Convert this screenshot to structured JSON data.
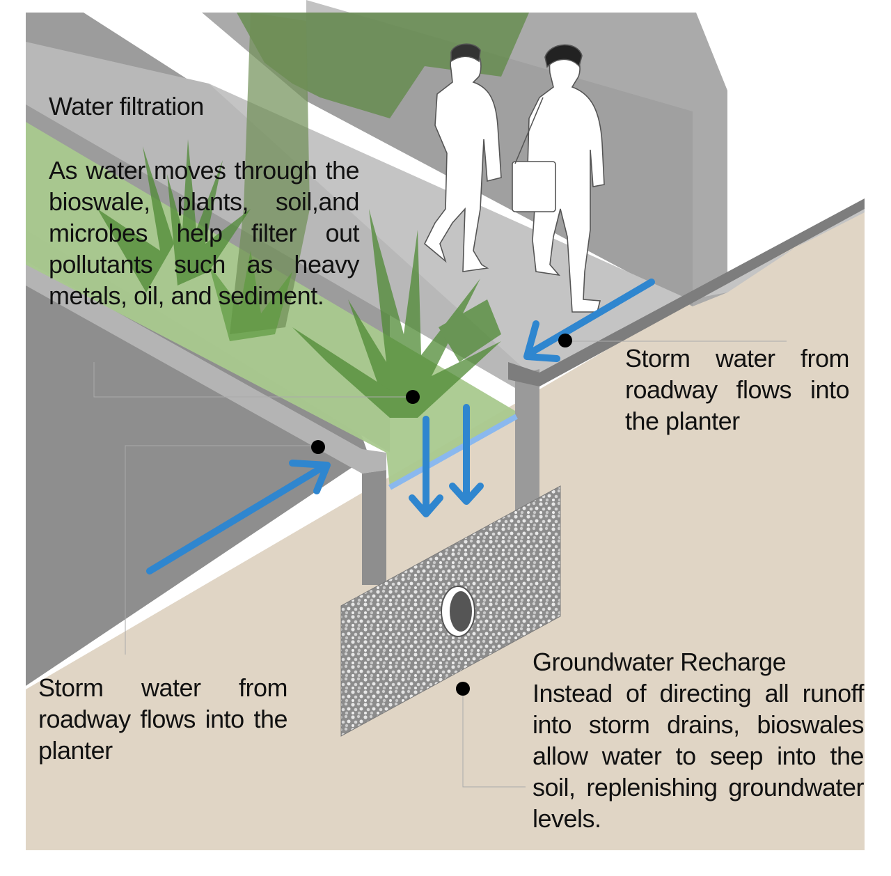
{
  "labels": {
    "water_filtration": {
      "title": "Water filtration",
      "body": "As water moves through the bioswale, plants, soil,and microbes help filter out pollutants such as heavy metals, oil, and sediment."
    },
    "storm_right": "Storm water from roadway flows into the planter",
    "storm_left": "Storm water from roadway flows into the planter",
    "groundwater": {
      "title": "Groundwater Recharge",
      "body": "Instead of directing all runoff into storm drains, bioswales allow water to seep into the soil, replenishing groundwater levels."
    }
  },
  "colors": {
    "soil": "#e0d5c5",
    "concrete_light": "#c9c9c9",
    "concrete_mid": "#a8a8a8",
    "concrete_dark": "#8a8a8a",
    "grass": "#a9c98e",
    "foliage": "#5f8a45",
    "water_arrow": "#2f86cf",
    "water_line": "#8ab8ee",
    "gravel": "#8a8a8a",
    "text": "#111111"
  },
  "icons": [
    "pedestrian-left-figure",
    "pedestrian-right-figure",
    "plant-icon",
    "tree-icon",
    "drain-pipe-icon",
    "flow-arrow-icon"
  ]
}
